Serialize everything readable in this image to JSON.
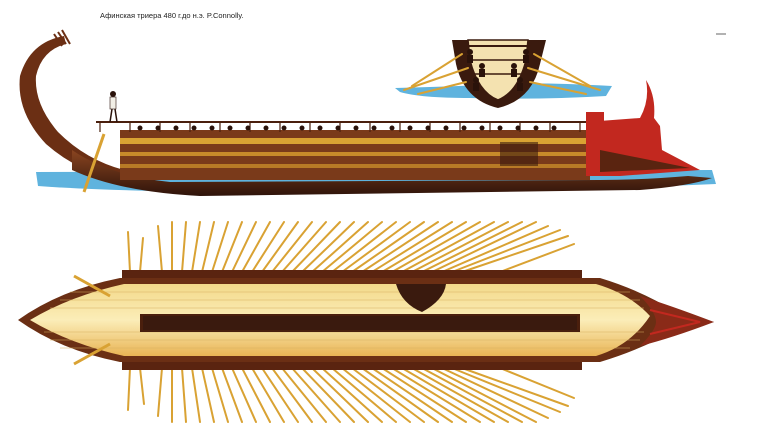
{
  "caption": "Афинская триера 480 г.до н.э. P.Connolly.",
  "colors": {
    "sea": "#5fb3de",
    "hull_dark": "#3a1a0e",
    "hull_mid": "#7a3a1a",
    "deck_light": "#f8e6a8",
    "deck_gold": "#e8a53c",
    "oar": "#d9a233",
    "ram_red": "#c2281f"
  },
  "icons": [
    "trireme-side-view",
    "trireme-cross-section",
    "trireme-top-view"
  ]
}
